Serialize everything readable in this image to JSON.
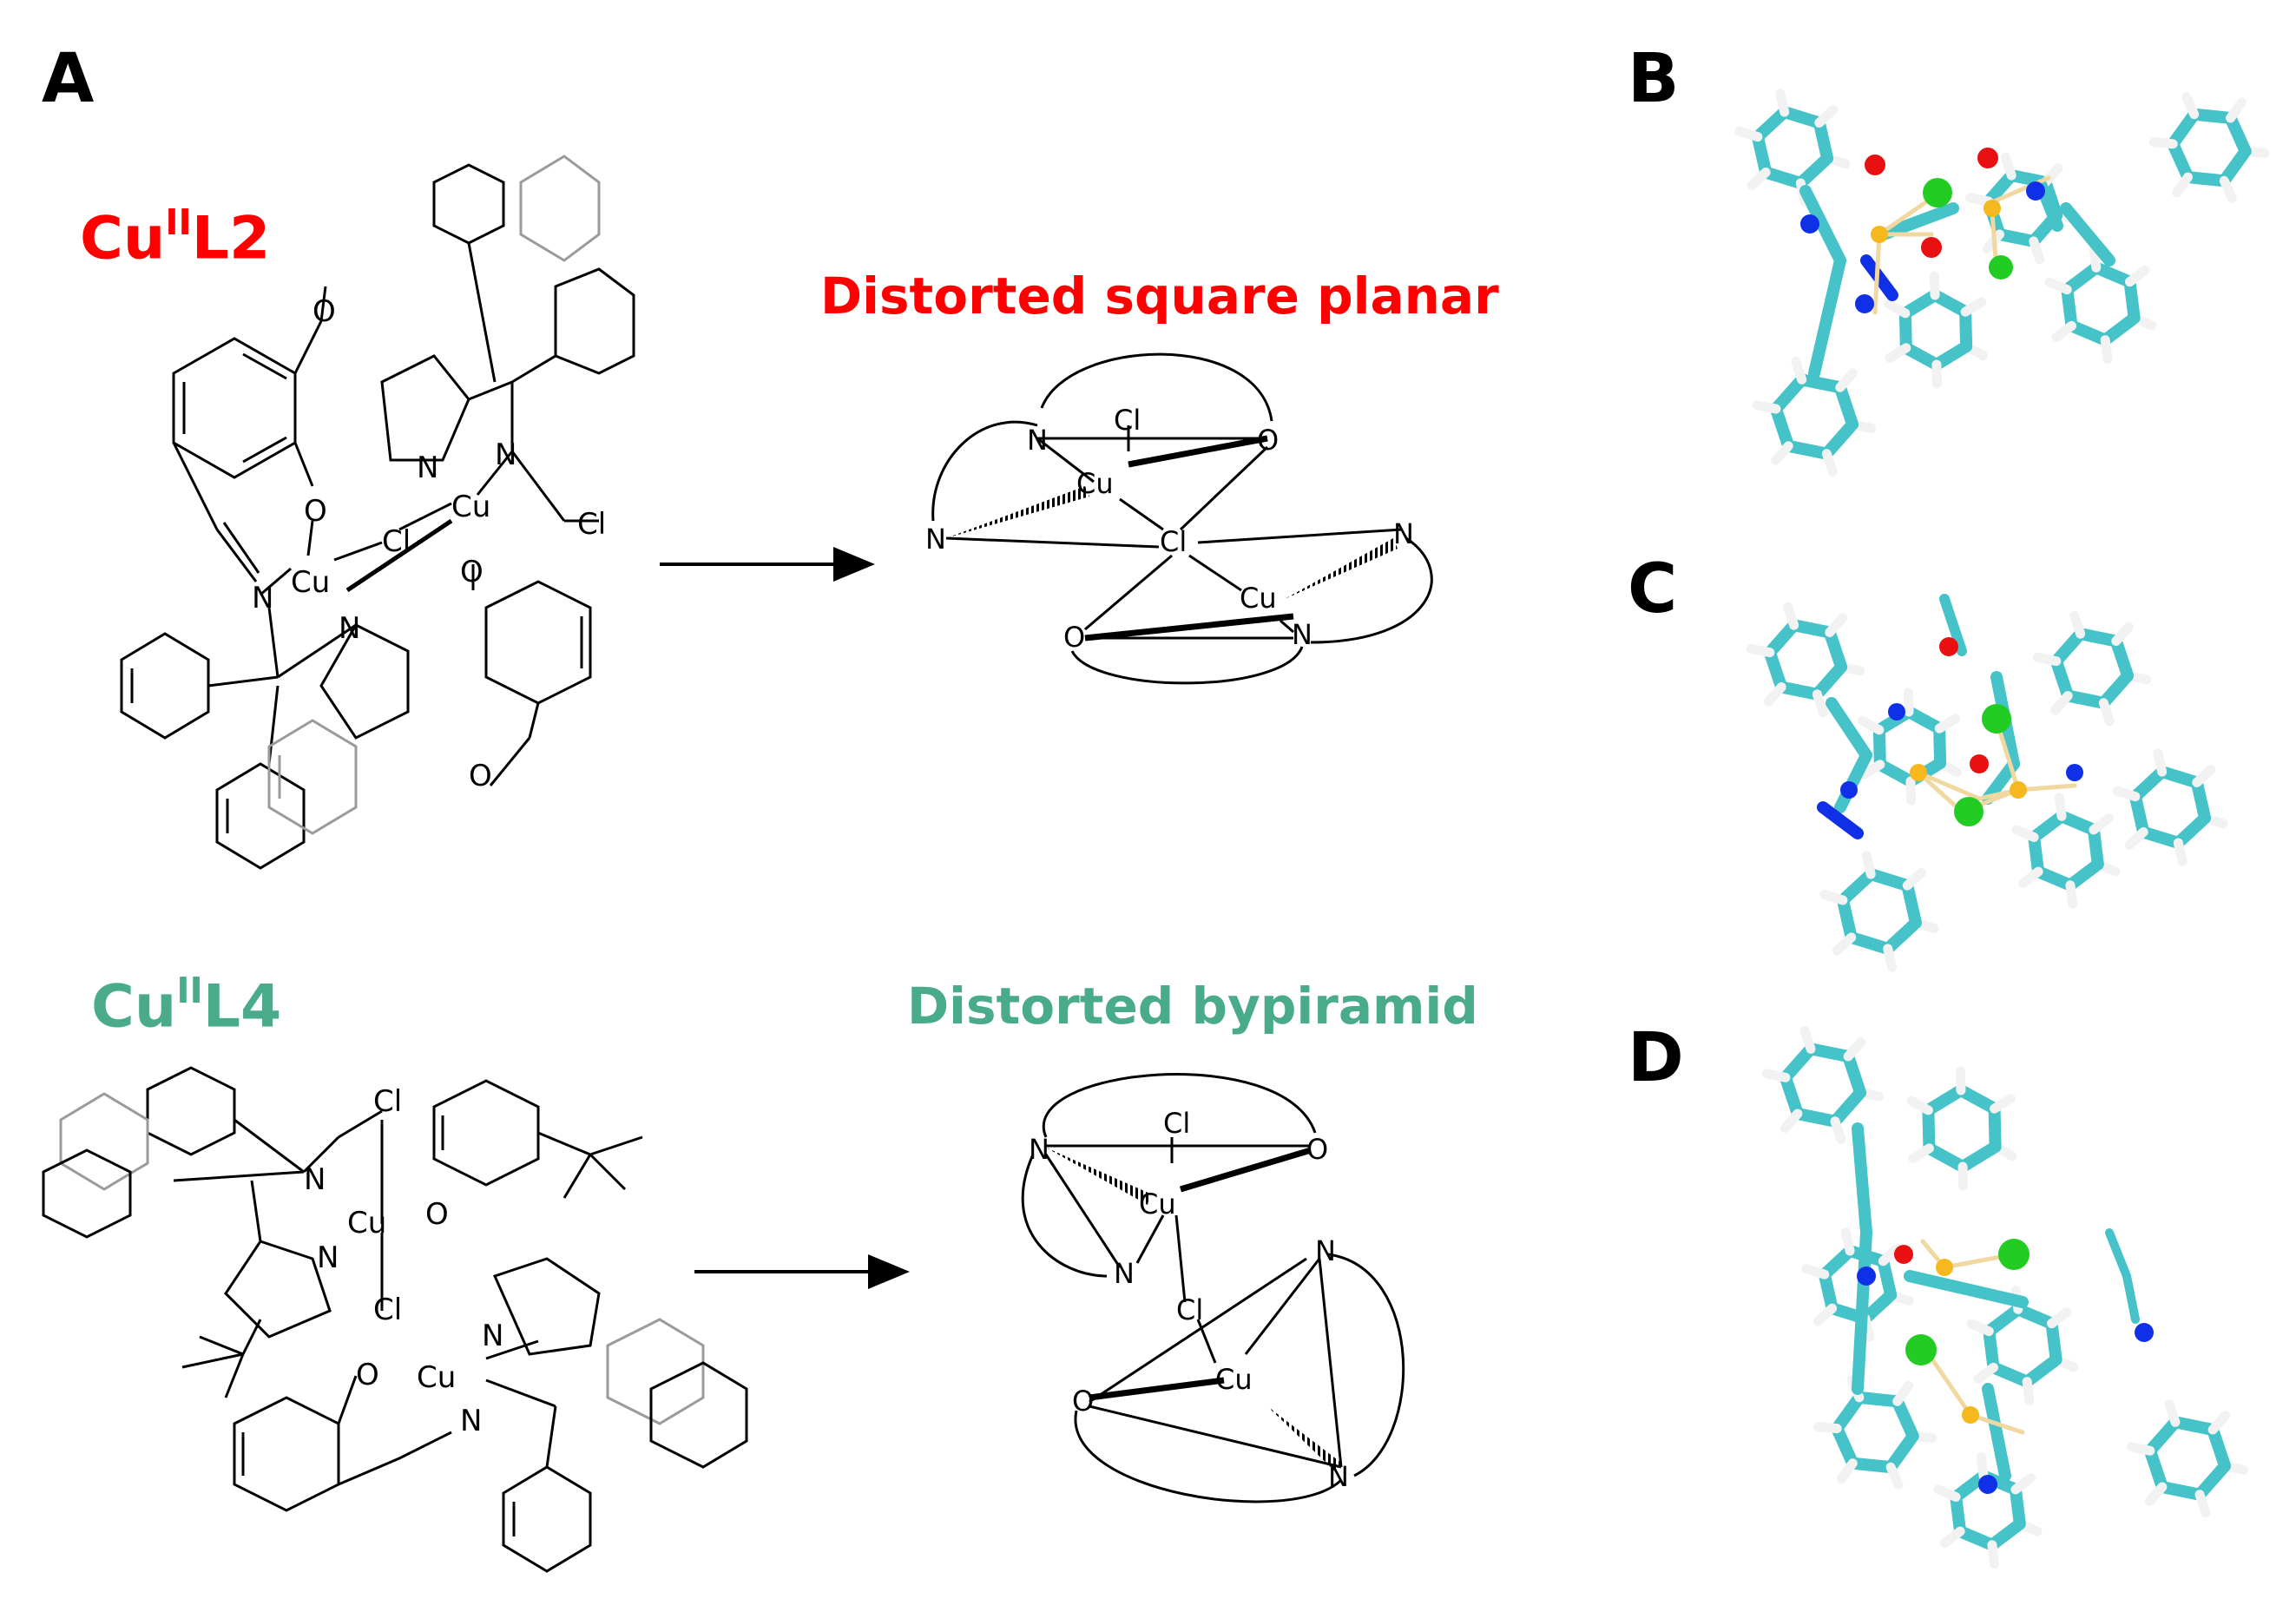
{
  "panels": {
    "a": "A",
    "b": "B",
    "c": "C",
    "d": "D"
  },
  "compounds": {
    "l2": {
      "prefix": "Cu",
      "sup": "II",
      "suffix": "L2",
      "color": "#ff0000"
    },
    "l4": {
      "prefix": "Cu",
      "sup": "II",
      "suffix": "L4",
      "color": "#4aab8a"
    }
  },
  "geometries": {
    "square_planar": {
      "label": "Distorted square planar",
      "color": "#ff0000"
    },
    "bypiramid": {
      "label": "Distorted bypiramid",
      "color": "#4aab8a"
    }
  },
  "atoms": {
    "cu": "Cu",
    "cl": "Cl",
    "n": "N",
    "o": "O"
  },
  "render_colors": {
    "carbon": "#46c3c8",
    "hydrogen": "#f2f2f2",
    "nitrogen": "#1030e8",
    "oxygen": "#e81010",
    "chlorine": "#22cc22",
    "copper": "#f5b81e",
    "bond_metal": "#f0d8a0"
  }
}
